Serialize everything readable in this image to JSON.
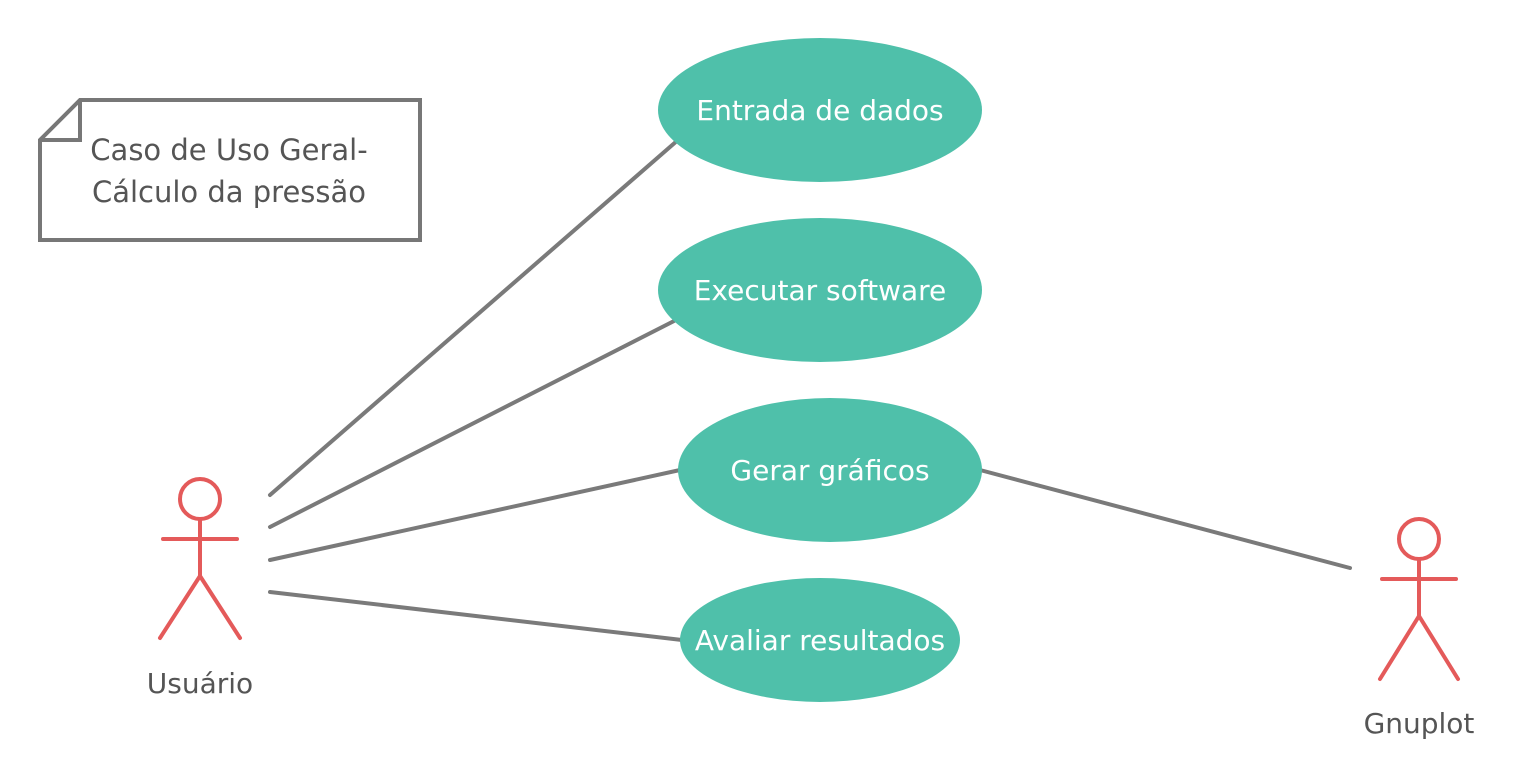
{
  "colors": {
    "usecase_fill": "#4fc0aa",
    "actor_stroke": "#e45a5a",
    "line": "#7a7a7a",
    "note_stroke": "#777777",
    "text_dark": "#555555",
    "text_light": "#ffffff"
  },
  "note": {
    "line1": "Caso de Uso Geral-",
    "line2": "Cálculo da pressão"
  },
  "use_cases": [
    {
      "label": "Entrada de dados"
    },
    {
      "label": "Executar software"
    },
    {
      "label": "Gerar gráficos"
    },
    {
      "label": "Avaliar resultados"
    }
  ],
  "actors": [
    {
      "label": "Usuário"
    },
    {
      "label": "Gnuplot"
    }
  ]
}
